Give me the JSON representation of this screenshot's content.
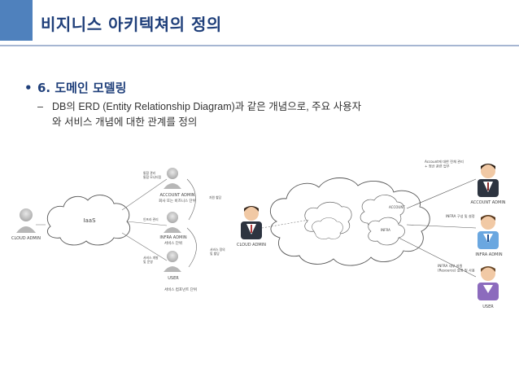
{
  "header": {
    "title": "비지니스 아키텍쳐의 정의"
  },
  "bullet": {
    "marker": "•",
    "text": "6. 도메인 모델링"
  },
  "sub": {
    "marker": "–",
    "line1": "DB의 ERD (Entity Relationship Diagram)과 같은 개념으로, 주요 사용자",
    "line2": "와 서비스 개념에 대한 관계를 정의"
  },
  "left_diagram": {
    "cloud_admin": "CLOUD ADMIN",
    "iaas": "IaaS",
    "account_admin": "ACCOUNT ADMIN",
    "account_admin_desc": "회사 또는 비즈니스 단위",
    "infra_admin": "INFRA ADMIN",
    "infra_admin_desc": "서비스 단위",
    "user": "USER",
    "user_desc": "서비스 컴포넌트 단위",
    "note_account": "통합 관리\n통합 모니터링",
    "note_infra": "인프라 관리",
    "note_user": "서비스 개발\n및 운영",
    "note_right1": "자원 할당",
    "note_right2": "서비스 정의\n및 할당"
  },
  "right_diagram": {
    "cloud_admin": "CLOUD ADMIN",
    "account": "ACCOUNT",
    "infra": "INFRA",
    "account_admin": "ACCOUNT ADMIN",
    "infra_admin": "INFRA ADMIN",
    "user": "USER",
    "note_account": "Account에 대한 전체 관리\n+ 정산 관련 업무",
    "note_infra": "INFRA 구성 및 설정",
    "note_user": "INFRA 내부 자원\n(Resource) 설정 및 사용"
  }
}
